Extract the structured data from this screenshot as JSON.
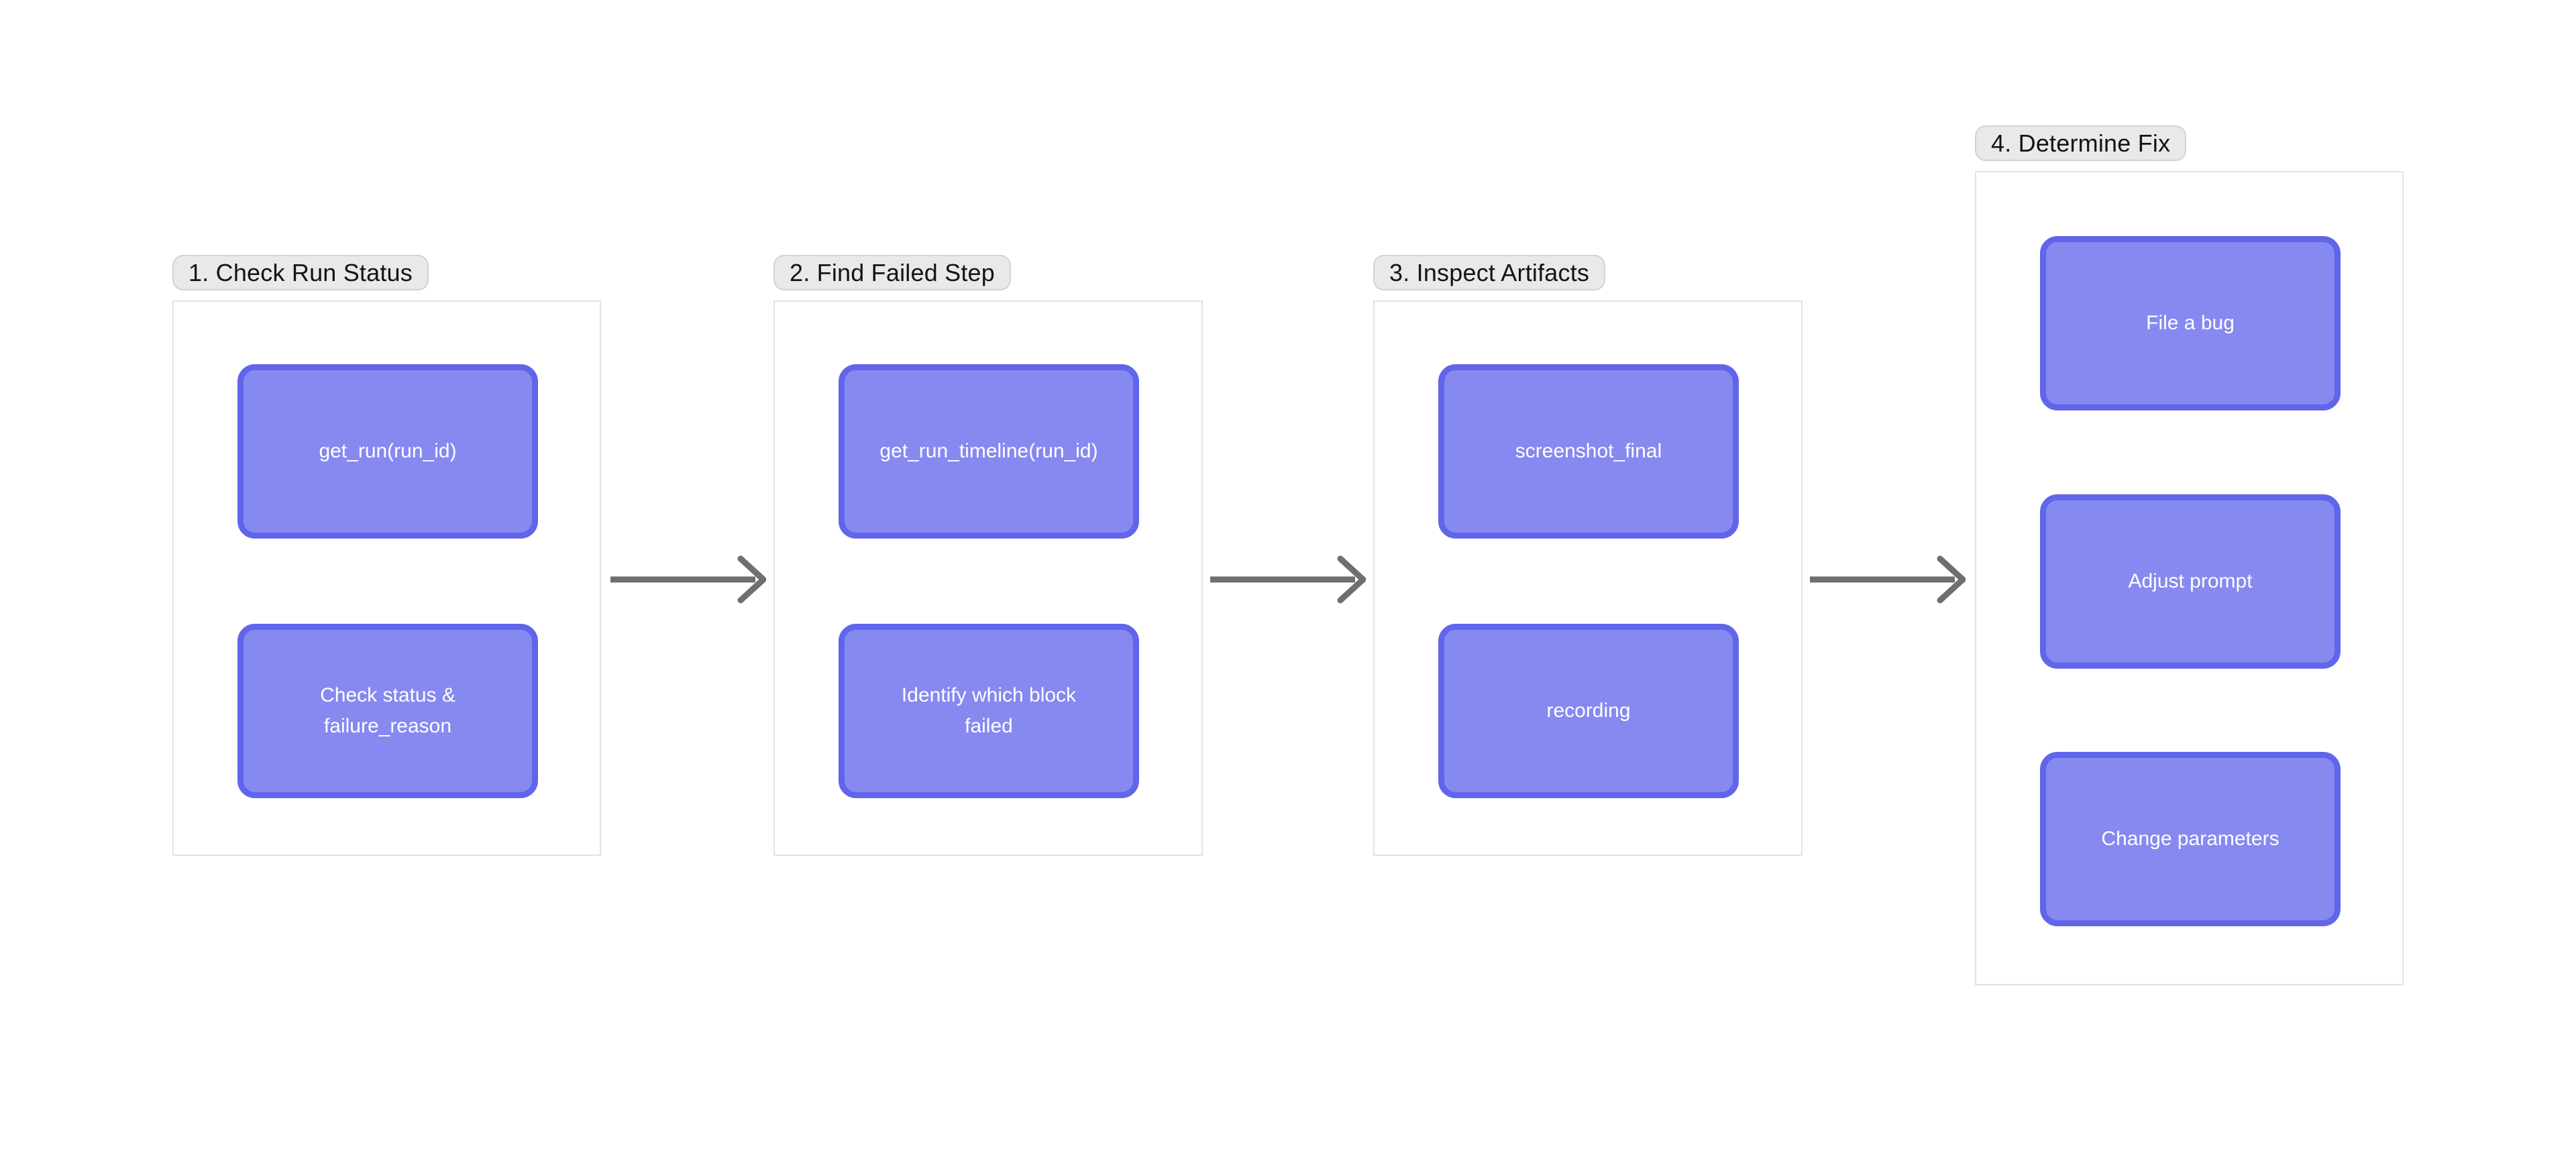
{
  "colors": {
    "canvas_bg": "#FFFFFF",
    "node_fill": "#8689F0",
    "node_border": "#6165EA",
    "node_text": "#FFFFFF",
    "label_bg": "#E9E9E9",
    "label_border": "#D2D2D2",
    "label_text": "#141414",
    "frame_bg": "#FFFFFF",
    "frame_border": "#E3E3E5",
    "arrow": "#6F6F6F"
  },
  "groups": [
    {
      "label": "1. Check Run Status",
      "nodes": [
        "get_run(run_id)",
        "Check status &\nfailure_reason"
      ]
    },
    {
      "label": "2. Find Failed Step",
      "nodes": [
        "get_run_timeline(run_id)",
        "Identify which block\nfailed"
      ]
    },
    {
      "label": "3. Inspect Artifacts",
      "nodes": [
        "screenshot_final",
        "recording"
      ]
    },
    {
      "label": "4. Determine Fix",
      "nodes": [
        "File a bug",
        "Adjust prompt",
        "Change parameters"
      ]
    }
  ],
  "arrows": [
    {
      "name": "arrow-step1-to-step2"
    },
    {
      "name": "arrow-step2-to-step3"
    },
    {
      "name": "arrow-step3-to-step4"
    }
  ]
}
